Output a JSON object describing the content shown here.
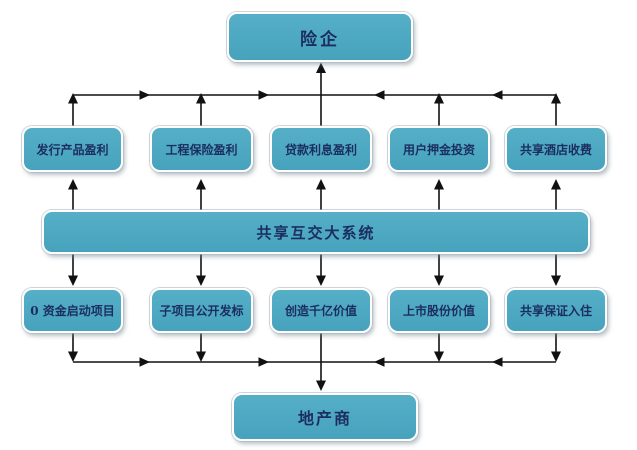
{
  "diagram": {
    "type": "flowchart",
    "nodes": {
      "top": {
        "label": "险企"
      },
      "profit_row": [
        {
          "label": "发行产品盈利"
        },
        {
          "label": "工程保险盈利"
        },
        {
          "label": "贷款利息盈利"
        },
        {
          "label": "用户押金投资"
        },
        {
          "label": "共享酒店收费"
        }
      ],
      "system": {
        "label": "共享互交大系统"
      },
      "value_row": [
        {
          "label": "0 资金启动项目"
        },
        {
          "label": "子项目公开发标"
        },
        {
          "label": "创造千亿价值"
        },
        {
          "label": "上市股份价值"
        },
        {
          "label": "共享保证入住"
        }
      ],
      "bottom": {
        "label": "地产商"
      }
    },
    "colors": {
      "box_fill": "#4AA6C0",
      "box_border": "#FFFFFF",
      "box_shadow": "#AEBBC4",
      "text": "#1B2E5F",
      "line": "#111111",
      "background": "#FFFFFF"
    }
  }
}
